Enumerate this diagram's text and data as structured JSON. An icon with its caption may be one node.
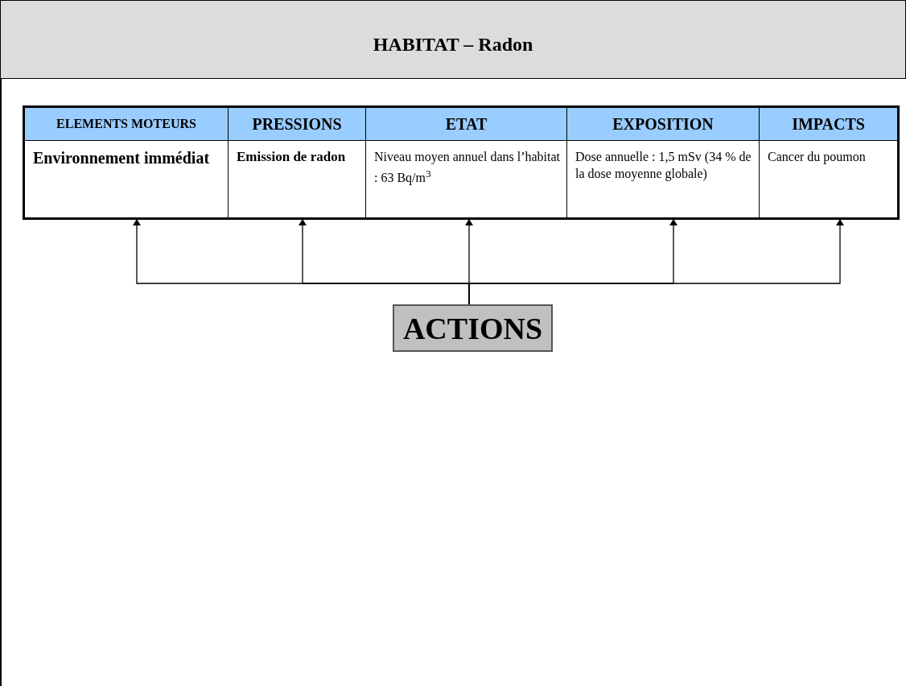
{
  "diagram": {
    "title": "HABITAT – Radon",
    "nodes": [
      {
        "text": [
          "ELEMENTS MOTEURS",
          "Environnement immédiat"
        ]
      },
      {
        "text": [
          "PRESSIONS",
          "Emission de radon"
        ]
      },
      {
        "text": [
          "ETAT",
          "Niveau moyen annuel dans l’habitat : 63 Bq/m$^{3}$"
        ]
      },
      {
        "text": [
          "EXPOSITION",
          "Dose annuelle : 1,5 mSv (34 % de la dose moyenne globale)"
        ]
      },
      {
        "text": [
          "IMPACTS",
          "Cancer du poumon"
        ]
      },
      {
        "text": [
          "ACTIONS"
        ]
      }
    ],
    "edges": [
      {
        "from": 5,
        "to": 0,
        "arrow": "to"
      },
      {
        "from": 5,
        "to": 1,
        "arrow": "to"
      },
      {
        "from": 5,
        "to": 2,
        "arrow": "to"
      },
      {
        "from": 5,
        "to": 3,
        "arrow": "to"
      },
      {
        "from": 5,
        "to": 4,
        "arrow": "to"
      }
    ]
  }
}
